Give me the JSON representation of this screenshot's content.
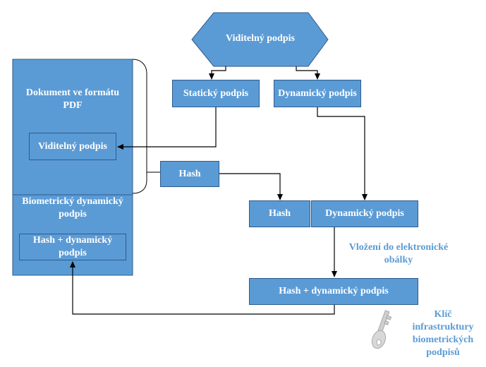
{
  "diagram": {
    "top": "Viditelný podpis",
    "static_sig": "Statický podpis",
    "dynamic_sig_top": "Dynamický podpis",
    "pdf_title": "Dokument ve formátu PDF",
    "pdf_visible_sig": "Viditelný podpis",
    "pdf_biometric": "Biometrický dynamický podpis",
    "pdf_hash_dyn": "Hash + dynamický podpis",
    "hash_left": "Hash",
    "hash_mid": "Hash",
    "dyn_mid": "Dynamický podpis",
    "envelope_note": "Vložení do elektronické obálky",
    "hash_dyn_bottom": "Hash + dynamický podpis",
    "key_note": "Klíč infrastruktury biometrických podpisů"
  },
  "colors": {
    "fill": "#5b9bd5",
    "stroke": "#2e5b8a",
    "note_text": "#5b9bd5"
  }
}
